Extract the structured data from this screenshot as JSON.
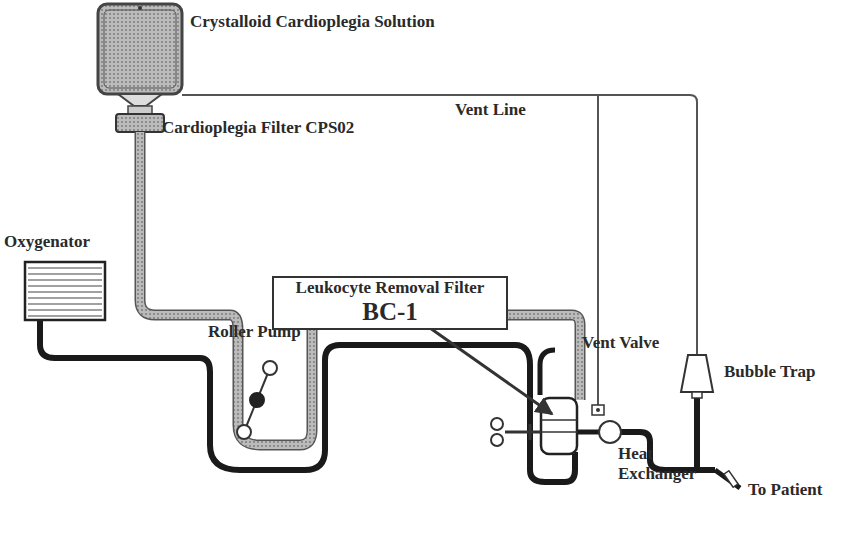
{
  "diagram": {
    "nodes": [
      {
        "text": [
          "Leukocyte Removal Filter",
          "BC-1"
        ]
      }
    ],
    "labels": [
      "Crystalloid Cardioplegia Solution",
      "Cardioplegia Filter CPS02",
      "Vent Line",
      "Oxygenator",
      "Roller Pump",
      "Vent Valve",
      "Bubble Trap",
      "Heat Exchanger",
      "To Patient"
    ]
  }
}
